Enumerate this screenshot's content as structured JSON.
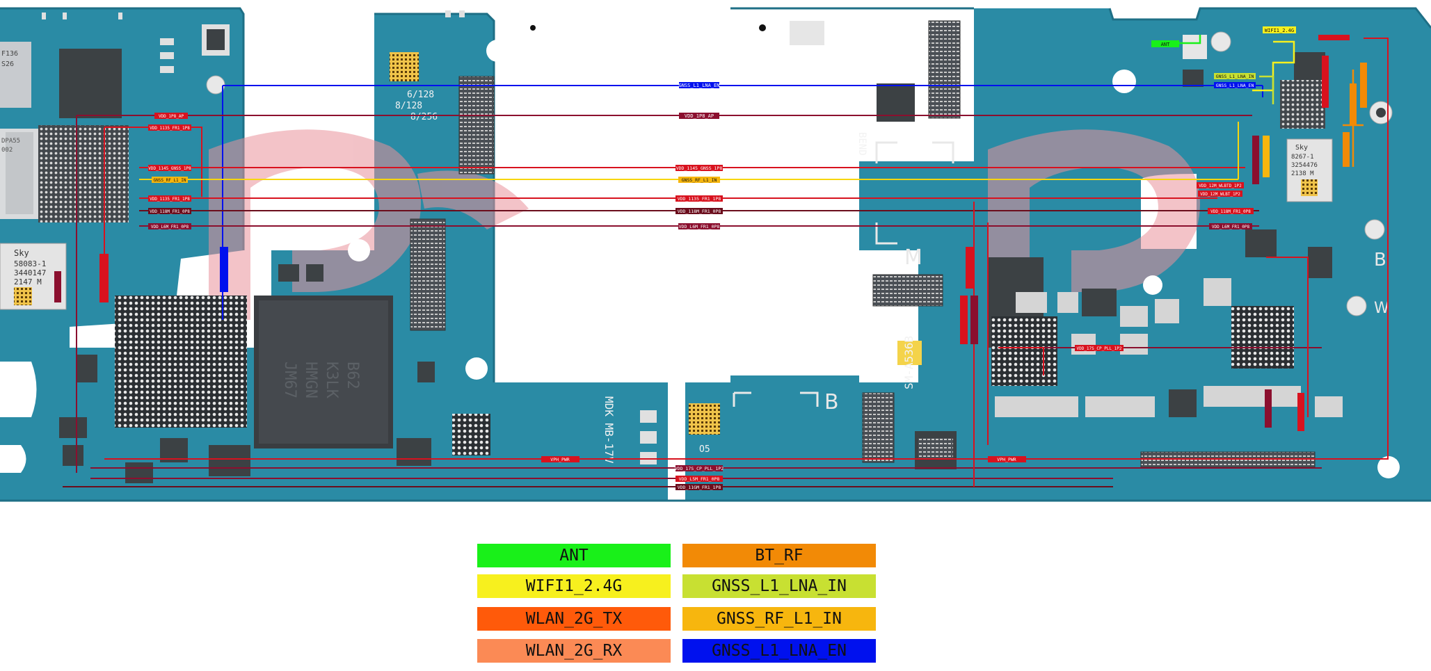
{
  "colors": {
    "pcb": "#2a8ba5",
    "pcb_dark": "#1e6f86",
    "watermark": "#e9929a",
    "ANT": "#19f019",
    "BT_RF": "#f28a06",
    "WIFI1_2_4G": "#f7f01e",
    "GNSS_L1_LNA_IN": "#c8e032",
    "WLAN_2G_TX": "#ff5a0a",
    "GNSS_RF_L1_IN": "#f7b60e",
    "WLAN_2G_RX": "#fb8a55",
    "GNSS_L1_LNA_EN": "#0011ee",
    "VDD_red": "#d8121e",
    "VDD_dark": "#8b0f2e"
  },
  "legend": [
    {
      "id": "ant",
      "label": "ANT",
      "color": "#19f019"
    },
    {
      "id": "bt_rf",
      "label": "BT_RF",
      "color": "#f28a06"
    },
    {
      "id": "wifi",
      "label": "WIFI1_2.4G",
      "color": "#f7f01e"
    },
    {
      "id": "gnss_lna_in",
      "label": "GNSS_L1_LNA_IN",
      "color": "#c8e032"
    },
    {
      "id": "wlan_tx",
      "label": "WLAN_2G_TX",
      "color": "#ff5a0a"
    },
    {
      "id": "gnss_rf",
      "label": "GNSS_RF_L1_IN",
      "color": "#f7b60e"
    },
    {
      "id": "wlan_rx",
      "label": "WLAN_2G_RX",
      "color": "#fb8a55"
    },
    {
      "id": "gnss_lna_en",
      "label": "GNSS_L1_LNA_EN",
      "color": "#0011ee"
    }
  ],
  "net_labels": {
    "gnss_lna_en": "GNSS_L1_LNA_EN",
    "vdd_1p8_ap": "VDD_1P8_AP",
    "vdd_1p8_ap_left": "VDD_1P8_AP",
    "vdd_1135_fr1": "VDD_1135_FR1_1P8",
    "vdd_1145_gnss": "VDD_1145_GNSS_1P8",
    "gnss_rf_l1_in": "GNSS_RF_L1_IN",
    "vdd_1135_fr1_b": "VDD_1135_FR1_1P8",
    "vdd_118m_fr1": "VDD_118M_FR1_0P8",
    "vdd_l6m_fr1": "VDD_L6M_FR1_0P8",
    "vph_pwr": "VPH_PWR",
    "vdd_17s_cp_pll": "VDD_17S_CP_PLL_1P2",
    "vdd_l5m_fr1": "VDD_L5M_FR1_0P8",
    "vdd_11gm_fr1": "VDD_11GM_FR1_1P8",
    "wifi_24": "WIFI1_2.4G",
    "ant": "ANT",
    "gnss_lna_in": "GNSS_L1_LNA_IN",
    "vdd_12m_wlbtd": "VDD_12M_WLBTD_1P2",
    "vdd_12m_wlbt": "VDD_12M_WLBT_1P2",
    "vph_pwr_right": "VPH_PWR"
  },
  "board_text": {
    "ram_1": "6/128",
    "ram_2": "8/128",
    "ram_3": "8/256",
    "bend": "BEND",
    "letter_m": "M",
    "letter_b_mid": "B",
    "letter_b_right": "B",
    "letter_w": "W",
    "silk_mdk": "MDK MB-17V",
    "silk_o5": "O5",
    "silk_sm": "SM-A536B",
    "skyworks_left": "Sky",
    "skyworks_left_2": "58083-1",
    "skyworks_left_3": "3440147",
    "skyworks_left_4": "2147 M",
    "skyworks_right": "Sky",
    "skyworks_right_2": "8267-1",
    "skyworks_right_3": "3254476",
    "skyworks_right_4": "2138 M",
    "chip_left_a": "DPA55",
    "chip_left_b": "002",
    "chip_left_c": "F136",
    "chip_left_d": "S26",
    "chip_ap_1": "K3LK",
    "chip_ap_2": "B62",
    "chip_ap_3": "HMGN",
    "chip_ap_4": "JM67"
  }
}
